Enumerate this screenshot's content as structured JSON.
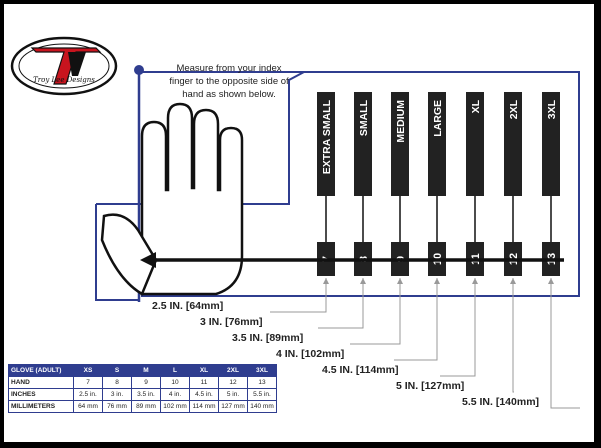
{
  "logo": {
    "mark": "tld",
    "script_text": "Troy Lee Designs"
  },
  "instruction": "Measure from your index finger to the opposite side of hand as shown below.",
  "colors": {
    "accent": "#2f3d8f",
    "column": "#222222",
    "line": "#111111"
  },
  "sizes": [
    {
      "name": "EXTRA SMALL",
      "number": "7"
    },
    {
      "name": "SMALL",
      "number": "8"
    },
    {
      "name": "MEDIUM",
      "number": "9"
    },
    {
      "name": "LARGE",
      "number": "10"
    },
    {
      "name": "XL",
      "number": "11"
    },
    {
      "name": "2XL",
      "number": "12"
    },
    {
      "name": "3XL",
      "number": "13"
    }
  ],
  "measures": [
    "2.5 IN. [64mm]",
    "3 IN. [76mm]",
    "3.5 IN. [89mm]",
    "4 IN. [102mm]",
    "4.5 IN. [114mm]",
    "5 IN. [127mm]",
    "5.5 IN. [140mm]"
  ],
  "table": {
    "header": [
      "GLOVE (ADULT)",
      "XS",
      "S",
      "M",
      "L",
      "XL",
      "2XL",
      "3XL"
    ],
    "rows": [
      [
        "HAND",
        "7",
        "8",
        "9",
        "10",
        "11",
        "12",
        "13"
      ],
      [
        "INCHES",
        "2.5 in.",
        "3 in.",
        "3.5 in.",
        "4 in.",
        "4.5 in.",
        "5 in.",
        "5.5 in."
      ],
      [
        "MILLIMETERS",
        "64 mm",
        "76 mm",
        "89 mm",
        "102 mm",
        "114 mm",
        "127 mm",
        "140 mm"
      ]
    ]
  }
}
